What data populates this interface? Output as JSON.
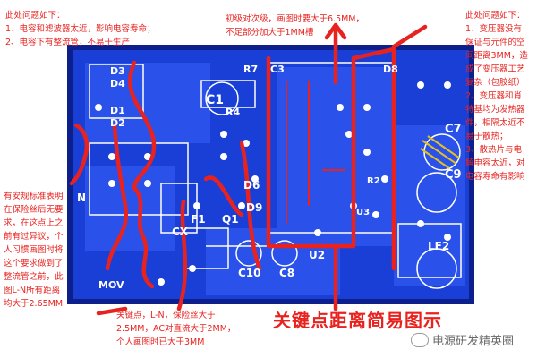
{
  "annotations": {
    "top_left": "此处问题如下：\n1、电容和滤波器太近，影响电容寿命；\n2、电容下有整流管，不易于生产",
    "top_center": "初级对次级，画图时要大于6.5MM，\n不足部分加大于1MM槽",
    "right": "此处问题如下：\n1、变压器没有\n保证与元件的空\n间距离3MM，造\n成了变压器工艺\n复杂（包胶纸）\n2、变压器和肖\n特基均为发热器\n件，相隔太近不\n易于散热；\n3、散热片与电\n解电容太近，对\n电容寿命有影响",
    "left": "有安规标准表明\n在保险丝后无要\n求，在这点上之\n前有过异议，个\n人习惯画图时将\n这个要求做到了\n整流管之前，此\n图L-N所有距离\n均大于2.65MM",
    "bottom": "关键点，L-N，保险丝大于\n2.5MM，AC对直流大于2MM，\n个人画图时已大于3MM"
  },
  "caption": "关键点距离简易图示",
  "watermark": "电源研发精英圈",
  "pcb_labels": {
    "d3": "D3",
    "d4": "D4",
    "d1": "D1",
    "d2": "D2",
    "c1": "C1",
    "r4": "R4",
    "r7": "R7",
    "c3": "C3",
    "d8": "D8",
    "c7": "C7",
    "c9": "C9",
    "d6": "D6",
    "d9": "D9",
    "q1": "Q1",
    "f1": "F1",
    "cx": "CX",
    "c10": "C10",
    "c8": "C8",
    "u2": "U2",
    "lf2": "LF2",
    "r2": "R2",
    "u3": "U3",
    "n": "N",
    "mov": "MOV"
  },
  "colors": {
    "pcb_blue": "#1a3fd6",
    "copper_dark": "#0c1f8a",
    "silk": "#ffffff",
    "mark_red": "#e8231f",
    "hatch_yellow": "#e6c020"
  }
}
